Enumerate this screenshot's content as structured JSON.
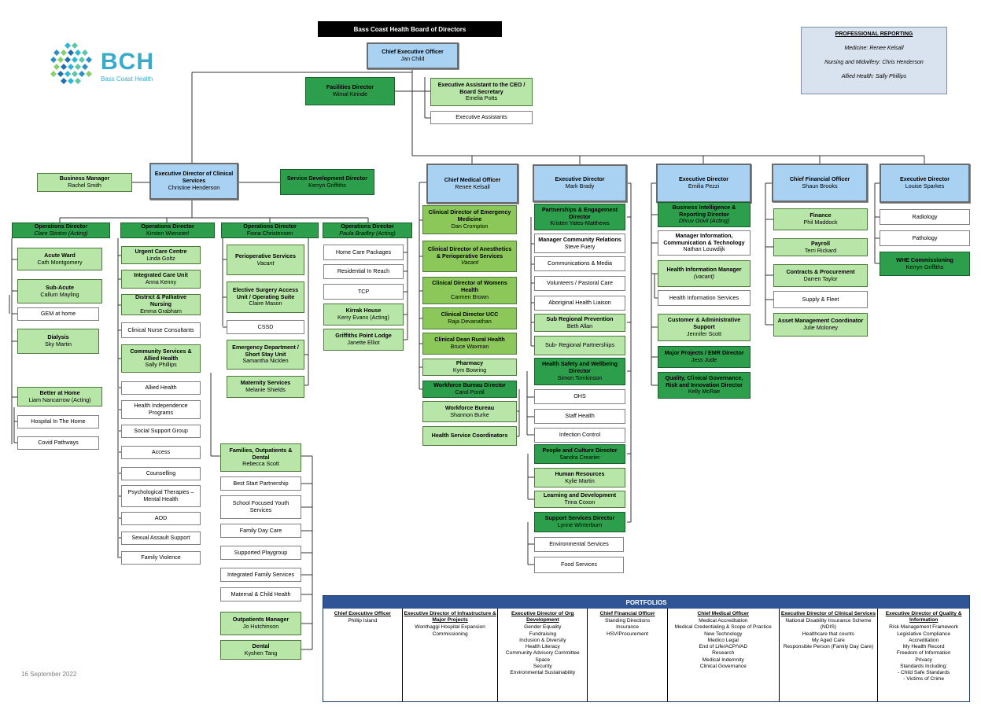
{
  "board": "Bass Coast Health Board of Directors",
  "logo": {
    "text": "BCH",
    "subtitle": "Bass Coast Health"
  },
  "professional_reporting": {
    "title": "PROFESSIONAL REPORTING",
    "lines": [
      "Medicine:  Renee Kelsall",
      "Nursing and Midwifery: Chris Henderson",
      "Allied Health: Sally Phillips"
    ]
  },
  "date": "16 September 2022",
  "boxes": {
    "ceo": [
      "Chief Executive Officer",
      "Jan Child"
    ],
    "facilities": [
      "Facilities Director",
      "Wimal Kirinde"
    ],
    "ea": [
      "Executive Assistant to  the CEO / Board Secretary",
      "Emelia Potts"
    ],
    "eas": [
      "Executive Assistants"
    ],
    "edcs": [
      "Executive Director of Clinical Services",
      "Christine Henderson"
    ],
    "bizmgr": [
      "Business Manager",
      "Rachel Smith"
    ],
    "svcdev": [
      "Service Development Director",
      "Kerryn Griffiths"
    ],
    "opd1": [
      "Operations Director",
      "Clare Stinton (Acting)"
    ],
    "acute": [
      "Acute Ward",
      "Cath Montgomery"
    ],
    "subacute": [
      "Sub-Acute",
      "Callum Mayling"
    ],
    "gem": [
      "GEM at home"
    ],
    "dialysis": [
      "Dialysis",
      "Sky Martin"
    ],
    "better": [
      "Better at Home",
      "Liam Nancarrow (Acting)"
    ],
    "hith": [
      "Hospital In The Home"
    ],
    "covid": [
      "Covid Pathways"
    ],
    "opd2": [
      "Operations Director",
      "Kirsten Wienzierl"
    ],
    "ucc": [
      "Urgent Care Centre",
      "Linda Goltz"
    ],
    "icu": [
      "Integrated Care Unit",
      "Anna Kenny"
    ],
    "dpn": [
      "District & Palliative Nursing",
      "Emma Grabham"
    ],
    "cnc": [
      "Clinical Nurse Consultants"
    ],
    "csah": [
      "Community Services & Allied Health",
      "Sally Phillips"
    ],
    "ah": [
      "Allied Health"
    ],
    "hip": [
      "Health Independence Programs"
    ],
    "ssg": [
      "Social Support Group"
    ],
    "access": [
      "Access"
    ],
    "counselling": [
      "Counselling"
    ],
    "psych": [
      "Psychological Therapies – Mental Health"
    ],
    "aod": [
      "AOD"
    ],
    "sas": [
      "Sexual Assault Support"
    ],
    "fv": [
      "Family Violence"
    ],
    "opd3": [
      "Operations Director",
      "Fiona Christensen"
    ],
    "periop": [
      "Perioperative Services",
      "Vacant"
    ],
    "esau": [
      "Elective Surgery Access Unit / Operating Suite",
      "Claire Mason"
    ],
    "cssd": [
      "CSSD"
    ],
    "ed": [
      "Emergency Department / Short Stay Unit",
      "Samantha Nicklen"
    ],
    "maternity": [
      "Maternity Services",
      "Melanie Shields"
    ],
    "fod": [
      "Families, Outpatients & Dental",
      "Rebecca Scott"
    ],
    "bsp": [
      "Best Start Partnership"
    ],
    "sfys": [
      "School Focused Youth Services"
    ],
    "fdc": [
      "Family Day Care"
    ],
    "spg": [
      "Supported Playgroup"
    ],
    "ifs": [
      "Integrated Family Services"
    ],
    "mch": [
      "Maternal & Child Health"
    ],
    "opm": [
      "Outpatients Manager",
      "Jo Hutchinson"
    ],
    "dental": [
      "Dental",
      "Kyshen Tang"
    ],
    "opd4": [
      "Operations Director",
      "Paula Bradley (Acting)"
    ],
    "hcp": [
      "Home Care Packages"
    ],
    "ric": [
      "Residential In Reach"
    ],
    "tcp": [
      "TCP"
    ],
    "kirrak": [
      "Kirrak House",
      "Kerry Evans (Acting)"
    ],
    "griffiths": [
      "Griffiths Point Lodge",
      "Janette Elliot"
    ],
    "cmo": [
      "Chief Medical Officer",
      "Renee Kelsall"
    ],
    "cdem": [
      "Clinical Director of Emergency Medicine",
      "Dan Crompton"
    ],
    "cdap": [
      "Clinical Director of Anesthetics & Perioperative Services",
      "Vacant"
    ],
    "cdwh": [
      "Clinical Director of Womens Health",
      "Carmen Brown"
    ],
    "cducc": [
      "Clinical Director UCC",
      "Raja Devanathan"
    ],
    "cdrh": [
      "Clinical Dean Rural Health",
      "Bruce Waxman"
    ],
    "pharm": [
      "Pharmacy",
      "Kym Bowring"
    ],
    "wbd": [
      "Workforce Bureau Director",
      "Carol Pontil"
    ],
    "wb": [
      "Workforce Bureau",
      "Shannon Burke"
    ],
    "hsc": [
      "Health Service Coordinators"
    ],
    "edmb": [
      "Executive Director",
      "Mark Brady"
    ],
    "pe": [
      "Partnerships & Engagement Director",
      "Kristen Yates-Matthews"
    ],
    "mcr": [
      "Manager Community Relations",
      "Steve Fuery"
    ],
    "comms": [
      "Communications & Media"
    ],
    "vol": [
      "Volunteers / Pastoral Care"
    ],
    "ahl": [
      "Aboriginal Health Liaison"
    ],
    "srp": [
      "Sub Regional Prevention",
      "Beth Allan"
    ],
    "srpart": [
      "Sub- Regional Partnerships"
    ],
    "hsw": [
      "Health Safety and Wellbeing Director",
      "Simon Tomkinson"
    ],
    "ohs": [
      "OHS"
    ],
    "sh": [
      "Staff Health"
    ],
    "ic": [
      "Infection Control"
    ],
    "pcd": [
      "People and Culture Director",
      "Sandra Crearier"
    ],
    "hr": [
      "Human Resources",
      "Kylie Martin"
    ],
    "ld": [
      "Learning and Development",
      "Trina Coxon"
    ],
    "ssd": [
      "Support Services Director",
      "Lynne Winterburn"
    ],
    "env": [
      "Environmental Services"
    ],
    "food": [
      "Food Services"
    ],
    "edep": [
      "Executive Director",
      "Emilia Pezzi"
    ],
    "bird": [
      "Business Intelligence & Reporting Director",
      "Dhruv Govil (Acting)"
    ],
    "mict": [
      "Manager Information, Communication & Technology",
      "Nathan Louwdijk"
    ],
    "him": [
      "Health Information Manager",
      "(vacant)"
    ],
    "his": [
      "Health Information Services"
    ],
    "cas": [
      "Customer & Administrative Support",
      "Jennifer Scott"
    ],
    "mpemr": [
      "Major Projects / EMR Director",
      "Jess Jude"
    ],
    "qcg": [
      "Quality, Clinical Governance, Risk and Innovation Director",
      "Kelly McRae"
    ],
    "cfo": [
      "Chief Financial Officer",
      "Shaun Brooks"
    ],
    "finance": [
      "Finance",
      "Phil Maddock"
    ],
    "payroll": [
      "Payroll",
      "Terri Rickard"
    ],
    "cp": [
      "Contracts & Procurement",
      "Darren Taylor"
    ],
    "sf": [
      "Supply & Fleet"
    ],
    "amc": [
      "Asset Management Coordinator",
      "Julie Moloney"
    ],
    "edls": [
      "Executive Director",
      "Louise Sparkes"
    ],
    "radiology": [
      "Radiology"
    ],
    "pathology": [
      "Pathology"
    ],
    "whe": [
      "WHE Commissioning",
      "Kerryn Griffiths"
    ]
  },
  "portfolios": {
    "title": "PORTFOLIOS",
    "columns": [
      {
        "head": "Chief Executive Officer",
        "lines": [
          "Phillip Island"
        ]
      },
      {
        "head": "Executive Director of Infrastructure & Major Projects",
        "lines": [
          "Wonthaggi Hospital Expansion",
          "Commissioning"
        ]
      },
      {
        "head": "Executive Director of Org Development",
        "lines": [
          "Gender Equality",
          "Fundraising",
          "Inclusion & Diversity",
          "Health Literacy",
          "Community Advisory Committee",
          "Space",
          "Security",
          "Environmental Sustainability"
        ]
      },
      {
        "head": "Chief Financial Officer",
        "lines": [
          "Standing Directions",
          "Insurance",
          "HSV/Procurement"
        ]
      },
      {
        "head": "Chief Medical Officer",
        "lines": [
          "Medical Accreditation",
          "Medical Credentialing & Scope of Practice",
          "New Technology",
          "Medico Legal",
          "End of Life/ACP/VAD",
          "Research",
          "Medical Indemnity",
          "Clinical Governance"
        ]
      },
      {
        "head": "Executive Director of Clinical Services",
        "lines": [
          "National Disability Insurance Scheme (NDIS)",
          "Healthcare that counts",
          "My Aged Care",
          "Responsible Person (Family Day Care)"
        ]
      },
      {
        "head": "Executive Director of Quality & Information",
        "lines": [
          "Risk Management Framework",
          "Legislative Compliance",
          "Accreditation",
          "My Health Record",
          "Freedom of Information",
          "Privacy",
          "Standards Including:",
          "- Child Safe Standards",
          "- Victims of Crime"
        ]
      }
    ]
  },
  "colors": {
    "blue": "#a9d2f2",
    "green": "#b8e6a8",
    "dark_green": "#2d9e4b",
    "mid_green": "#8cc75a",
    "portfolio_header": "#2f5597"
  }
}
